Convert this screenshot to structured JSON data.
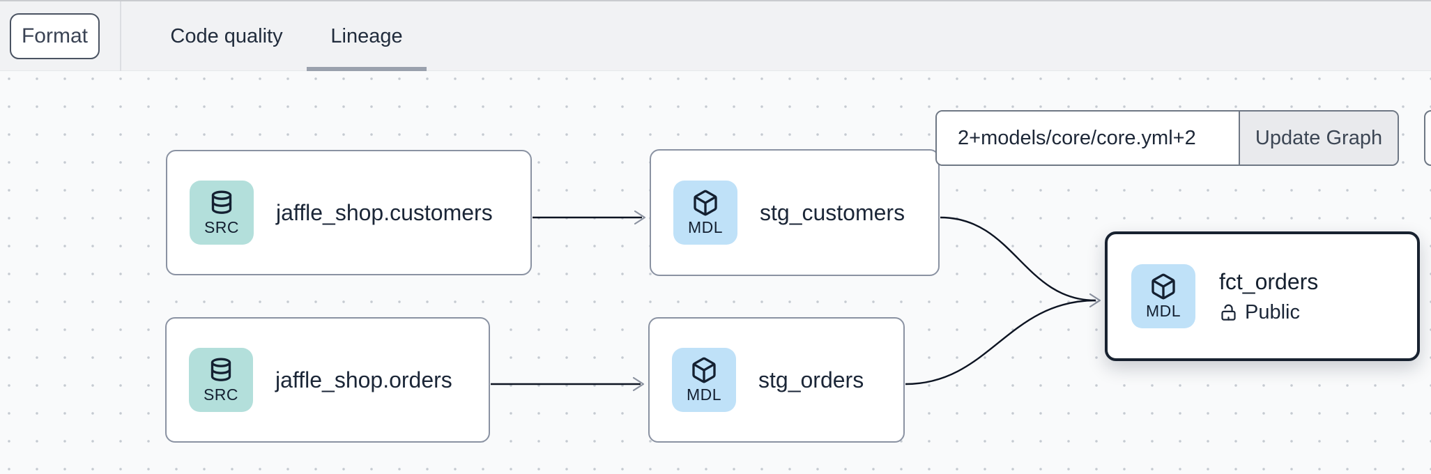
{
  "toolbar": {
    "format_label": "Format"
  },
  "tabs": {
    "code_quality": {
      "label": "Code quality",
      "active": false
    },
    "lineage": {
      "label": "Lineage",
      "active": true
    }
  },
  "lineage": {
    "selector": {
      "value": "2+models/core/core.yml+2",
      "update_button_label": "Update Graph"
    },
    "nodes": {
      "jaffle_shop_customers": {
        "label": "jaffle_shop.customers",
        "badge": "SRC",
        "type": "source",
        "icon": "database-icon"
      },
      "stg_customers": {
        "label": "stg_customers",
        "badge": "MDL",
        "type": "model",
        "icon": "cube-icon"
      },
      "jaffle_shop_orders": {
        "label": "jaffle_shop.orders",
        "badge": "SRC",
        "type": "source",
        "icon": "database-icon"
      },
      "stg_orders": {
        "label": "stg_orders",
        "badge": "MDL",
        "type": "model",
        "icon": "cube-icon"
      },
      "fct_orders": {
        "label": "fct_orders",
        "badge": "MDL",
        "type": "model",
        "icon": "cube-icon",
        "access": "Public",
        "access_icon": "unlock-icon",
        "selected": true
      }
    },
    "edges": [
      {
        "from": "jaffle_shop.customers",
        "to": "stg_customers"
      },
      {
        "from": "jaffle_shop.orders",
        "to": "stg_orders"
      },
      {
        "from": "stg_customers",
        "to": "fct_orders"
      },
      {
        "from": "stg_orders",
        "to": "fct_orders"
      }
    ]
  },
  "colors": {
    "topbar_bg": "#f1f2f4",
    "canvas_bg": "#f9fafb",
    "dot_grid": "#c5cad1",
    "node_border": "#8a92a2",
    "selected_node_border": "#182230",
    "source_badge_bg": "#b3dfdb",
    "model_badge_bg": "#bfe1f8",
    "edge_stroke": "#0d1422",
    "arrowhead": "#8b92a0",
    "tab_underline": "#9aa1ad"
  }
}
